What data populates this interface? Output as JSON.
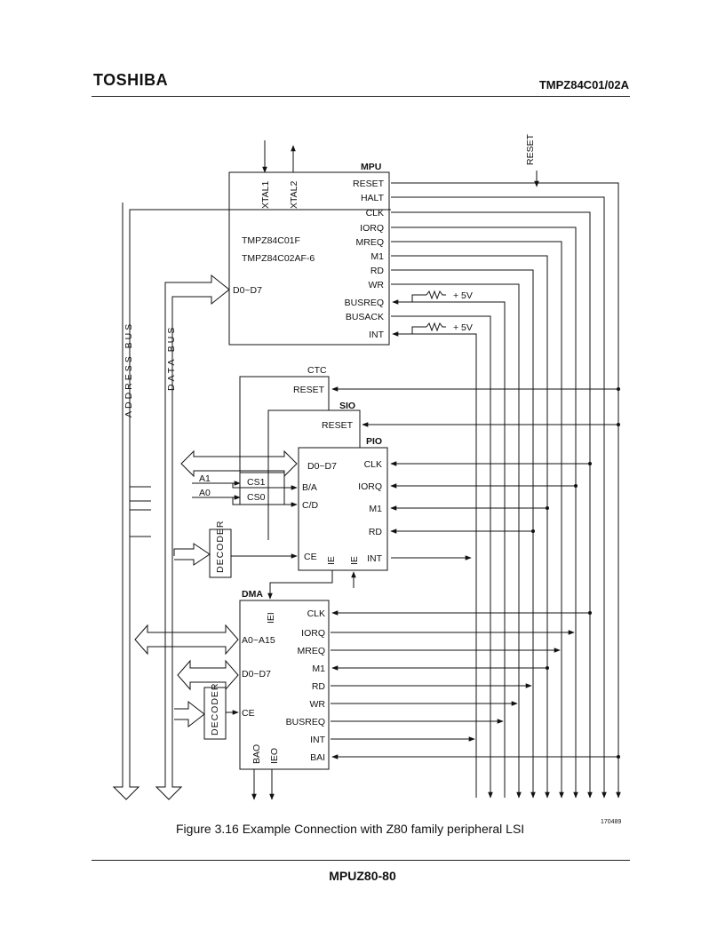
{
  "header": {
    "brand": "TOSHIBA",
    "part_number": "TMPZ84C01/02A"
  },
  "figure": {
    "caption": "Figure 3.16  Example Connection with Z80 family peripheral LSI",
    "code": "170489",
    "reset_input": "RESET",
    "buses": {
      "address": "ADDRESS BUS",
      "data": "DATA BUS"
    },
    "mpu": {
      "title": "MPU",
      "chip1": "TMPZ84C01F",
      "chip2": "TMPZ84C02AF-6",
      "xtal1": "XTAL1",
      "xtal2": "XTAL2",
      "data": "D0~D7",
      "pins": [
        "RESET",
        "HALT",
        "CLK",
        "IORQ",
        "MREQ",
        "M1",
        "RD",
        "WR",
        "BUSREQ",
        "BUSACK",
        "INT"
      ],
      "pullup": "+ 5V"
    },
    "ctc": {
      "title": "CTC",
      "reset": "RESET"
    },
    "sio": {
      "title": "SIO",
      "reset": "RESET"
    },
    "pio": {
      "title": "PIO",
      "data": "D0~D7",
      "ba": "B/A",
      "cd": "C/D",
      "clk": "CLK",
      "iorq": "IORQ",
      "m1": "M1",
      "rd": "RD",
      "ce": "CE",
      "ie1": "IE",
      "ie2": "IE",
      "int": "INT"
    },
    "cs": {
      "a1": "A1",
      "a0": "A0",
      "cs1": "CS1",
      "cs0": "CS0"
    },
    "decoder": "DECODER",
    "dma": {
      "title": "DMA",
      "iei": "IEI",
      "addr": "A0~A15",
      "data": "D0~D7",
      "ce": "CE",
      "bao": "BAO",
      "ieo": "IEO",
      "pins": [
        "CLK",
        "IORQ",
        "MREQ",
        "M1",
        "RD",
        "WR",
        "BUSREQ",
        "INT",
        "BAI"
      ]
    }
  },
  "footer": {
    "page": "MPUZ80-80"
  }
}
